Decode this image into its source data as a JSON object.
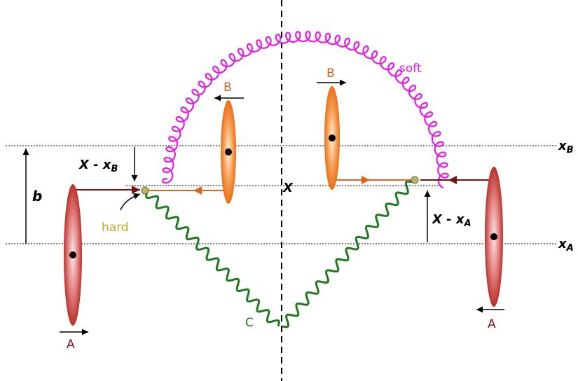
{
  "labels": {
    "b": "b",
    "x": "X",
    "xB": "x",
    "xB_sub": "B",
    "xA": "x",
    "xA_sub": "A",
    "left_sep_main": "X - x",
    "left_sep_sub": "B",
    "right_sep_main": "X - x",
    "right_sep_sub": "A",
    "soft": "soft",
    "hard": "hard",
    "c": "C",
    "a_left": "A",
    "a_right": "A",
    "b_left": "B",
    "b_right": "B"
  },
  "colors": {
    "soft": "#e619e6",
    "hard_dot": "#b7b46a",
    "hard_text": "#c8a82a",
    "c_spring": "#1f7a1f",
    "nucleus_a": "#c0392b",
    "nucleus_a_light": "#f6d6d6",
    "nucleus_b": "#f07d1f",
    "nucleus_b_light": "#fde3cc",
    "arrow_a": "#7a1010",
    "arrow_b": "#e0651a",
    "b_text": "#c0652a",
    "a_text": "#7a1010"
  }
}
